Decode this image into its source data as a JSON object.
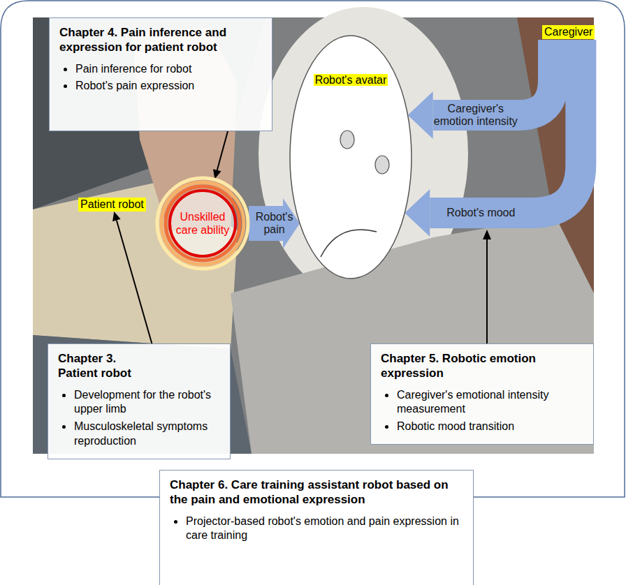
{
  "diagram": {
    "nodes": [
      {
        "text": [
          "Chapter 4. Pain inference and expression for patient robot",
          "Pain inference for robot",
          "Robot's pain expression"
        ]
      },
      {
        "text": [
          "Unskilled care ability"
        ]
      },
      {
        "text": [
          "Robot's avatar"
        ]
      },
      {
        "text": [
          "Caregiver"
        ]
      },
      {
        "text": [
          "Patient robot"
        ]
      },
      {
        "text": [
          "Chapter 3. Patient robot",
          "Development for the robot's upper limb",
          "Musculoskeletal symptoms reproduction"
        ]
      },
      {
        "text": [
          "Chapter 5. Robotic emotion expression",
          "Caregiver's emotional intensity measurement",
          "Robotic mood transition"
        ]
      },
      {
        "text": [
          "Chapter 6. Care training assistant robot based on the pain and emotional expression",
          "Projector-based robot's emotion and pain expression in care training"
        ]
      }
    ],
    "edges": [
      {
        "from": 0,
        "to": 1,
        "arrow": "to"
      },
      {
        "from": 1,
        "to": 2,
        "label": "Robot's pain",
        "arrow": "to"
      },
      {
        "from": 3,
        "to": 2,
        "label": "Caregiver's emotion intensity",
        "arrow": "to"
      },
      {
        "from": 3,
        "to": 2,
        "label": "Robot's mood",
        "arrow": "to"
      },
      {
        "from": 5,
        "to": 4,
        "arrow": "to"
      }
    ]
  }
}
